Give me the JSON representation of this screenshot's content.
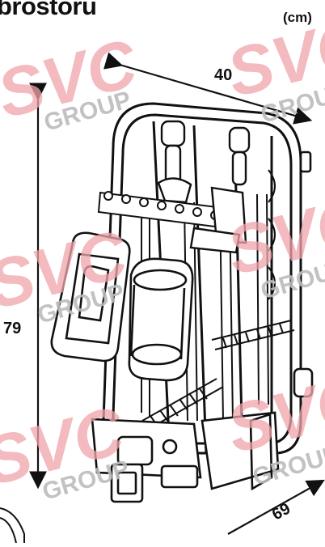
{
  "header": {
    "title": "brostoru",
    "unit": "(cm)"
  },
  "dimensions": {
    "width": "40",
    "height": "79",
    "depth": "69"
  },
  "watermark": {
    "brand": "SVC",
    "subtitle": "GROUP",
    "brand_color": "#f0a5ab",
    "subtitle_color": "#bcbcbc"
  },
  "colors": {
    "line": "#111111",
    "accent_red": "#e84a5a"
  }
}
